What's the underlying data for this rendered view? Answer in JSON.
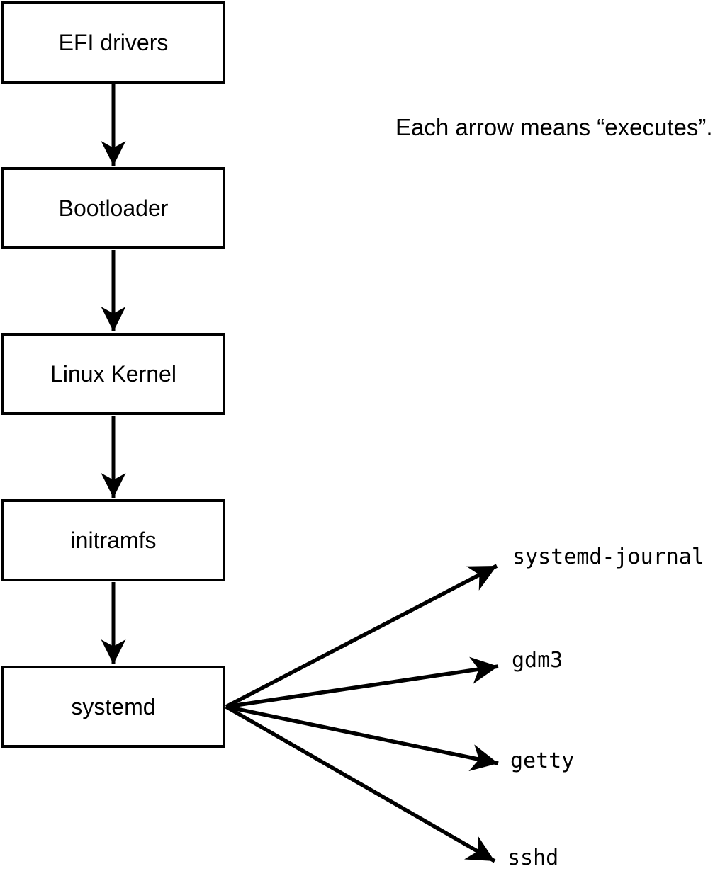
{
  "note": "Each arrow means “executes”.",
  "boot_chain": {
    "boxes": [
      "EFI drivers",
      "Bootloader",
      "Linux Kernel",
      "initramfs",
      "systemd"
    ]
  },
  "spawned_processes": [
    "systemd-journal",
    "gdm3",
    "getty",
    "sshd"
  ],
  "edges": [
    {
      "from": "EFI drivers",
      "to": "Bootloader",
      "meaning": "executes"
    },
    {
      "from": "Bootloader",
      "to": "Linux Kernel",
      "meaning": "executes"
    },
    {
      "from": "Linux Kernel",
      "to": "initramfs",
      "meaning": "executes"
    },
    {
      "from": "initramfs",
      "to": "systemd",
      "meaning": "executes"
    },
    {
      "from": "systemd",
      "to": "systemd-journal",
      "meaning": "executes"
    },
    {
      "from": "systemd",
      "to": "gdm3",
      "meaning": "executes"
    },
    {
      "from": "systemd",
      "to": "getty",
      "meaning": "executes"
    },
    {
      "from": "systemd",
      "to": "sshd",
      "meaning": "executes"
    }
  ],
  "colors": {
    "background": "#ffffff",
    "stroke": "#000000",
    "box_border": "#000000",
    "text": "#000000"
  }
}
